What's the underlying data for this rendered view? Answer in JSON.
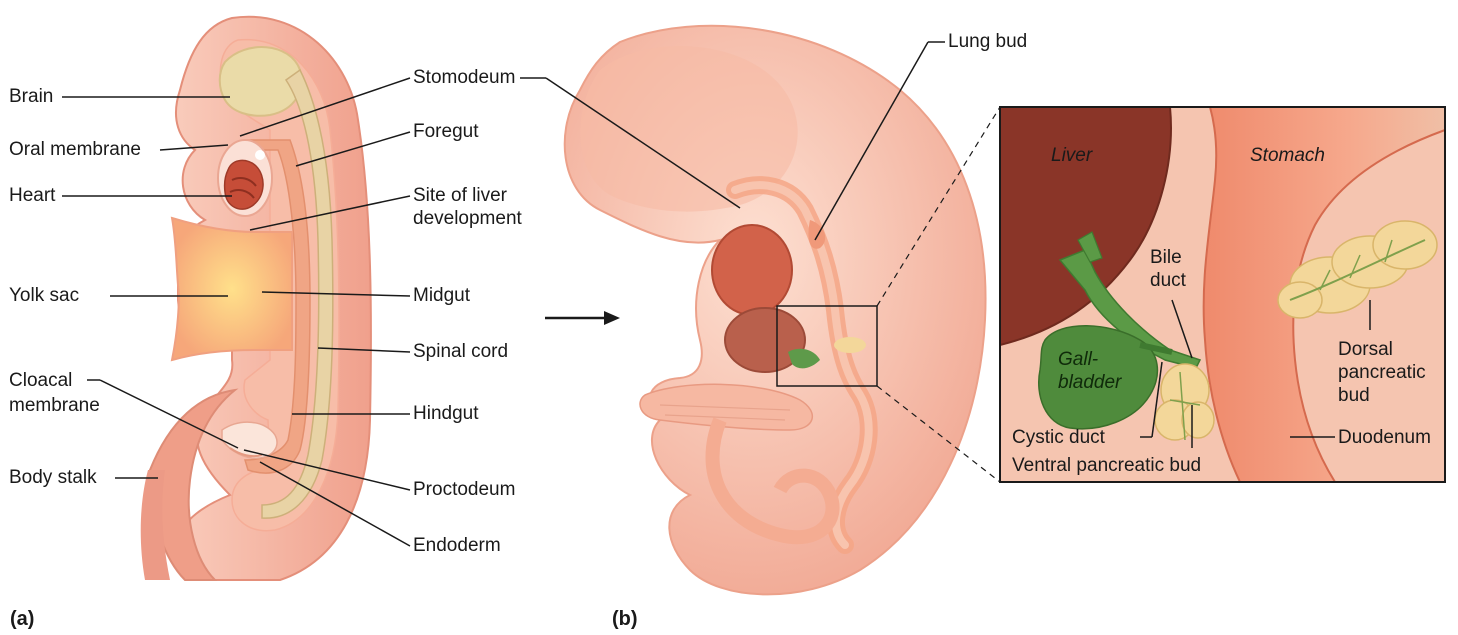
{
  "panels": {
    "a": "(a)",
    "b": "(b)"
  },
  "labels_a": {
    "brain": "Brain",
    "oral_membrane": "Oral membrane",
    "heart": "Heart",
    "yolk_sac": "Yolk sac",
    "cloacal_membrane_1": "Cloacal",
    "cloacal_membrane_2": "membrane",
    "body_stalk": "Body stalk",
    "stomodeum": "Stomodeum",
    "foregut": "Foregut",
    "site_liver_1": "Site of liver",
    "site_liver_2": "development",
    "midgut": "Midgut",
    "spinal_cord": "Spinal cord",
    "hindgut": "Hindgut",
    "proctodeum": "Proctodeum",
    "endoderm": "Endoderm"
  },
  "labels_b": {
    "lung_bud": "Lung bud"
  },
  "labels_inset": {
    "liver": "Liver",
    "stomach": "Stomach",
    "bile_duct_1": "Bile",
    "bile_duct_2": "duct",
    "gallbladder_1": "Gall-",
    "gallbladder_2": "bladder",
    "cystic_duct": "Cystic duct",
    "ventral_pancreatic_bud": "Ventral pancreatic bud",
    "dorsal_1": "Dorsal",
    "dorsal_2": "pancreatic",
    "dorsal_3": "bud",
    "duodenum": "Duodenum"
  },
  "colors": {
    "embryo_outer": "#f2a898",
    "embryo_inner": "#f6c2b2",
    "gut_tube": "#e8a67e",
    "neural_tube": "#e7d2a6",
    "yolk": "#ffd27a",
    "heart": "#c8503c",
    "liver": "#8e3a2c",
    "stomach": "#e67a5e",
    "gallbladder": "#4e8c3c",
    "pancreas": "#f3d79a",
    "inset_bg": "#f6c8b4",
    "line": "#1a1a1a"
  }
}
